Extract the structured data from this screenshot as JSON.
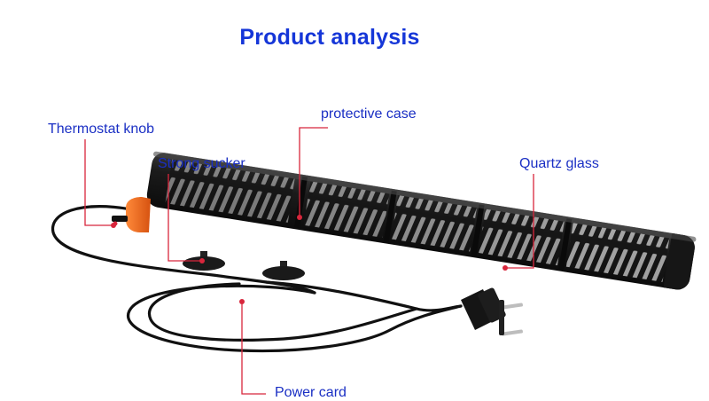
{
  "title": "Product analysis",
  "labels": {
    "thermostat_knob": "Thermostat knob",
    "strong_sucker": "Strong sucker",
    "protective_case": "protective case",
    "quartz_glass": "Quartz glass",
    "power_card": "Power card"
  },
  "colors": {
    "title": "#1536d8",
    "label": "#1a2fc4",
    "leader_line": "#d8263c",
    "body": "#222222",
    "knob": "#f26a1b"
  }
}
